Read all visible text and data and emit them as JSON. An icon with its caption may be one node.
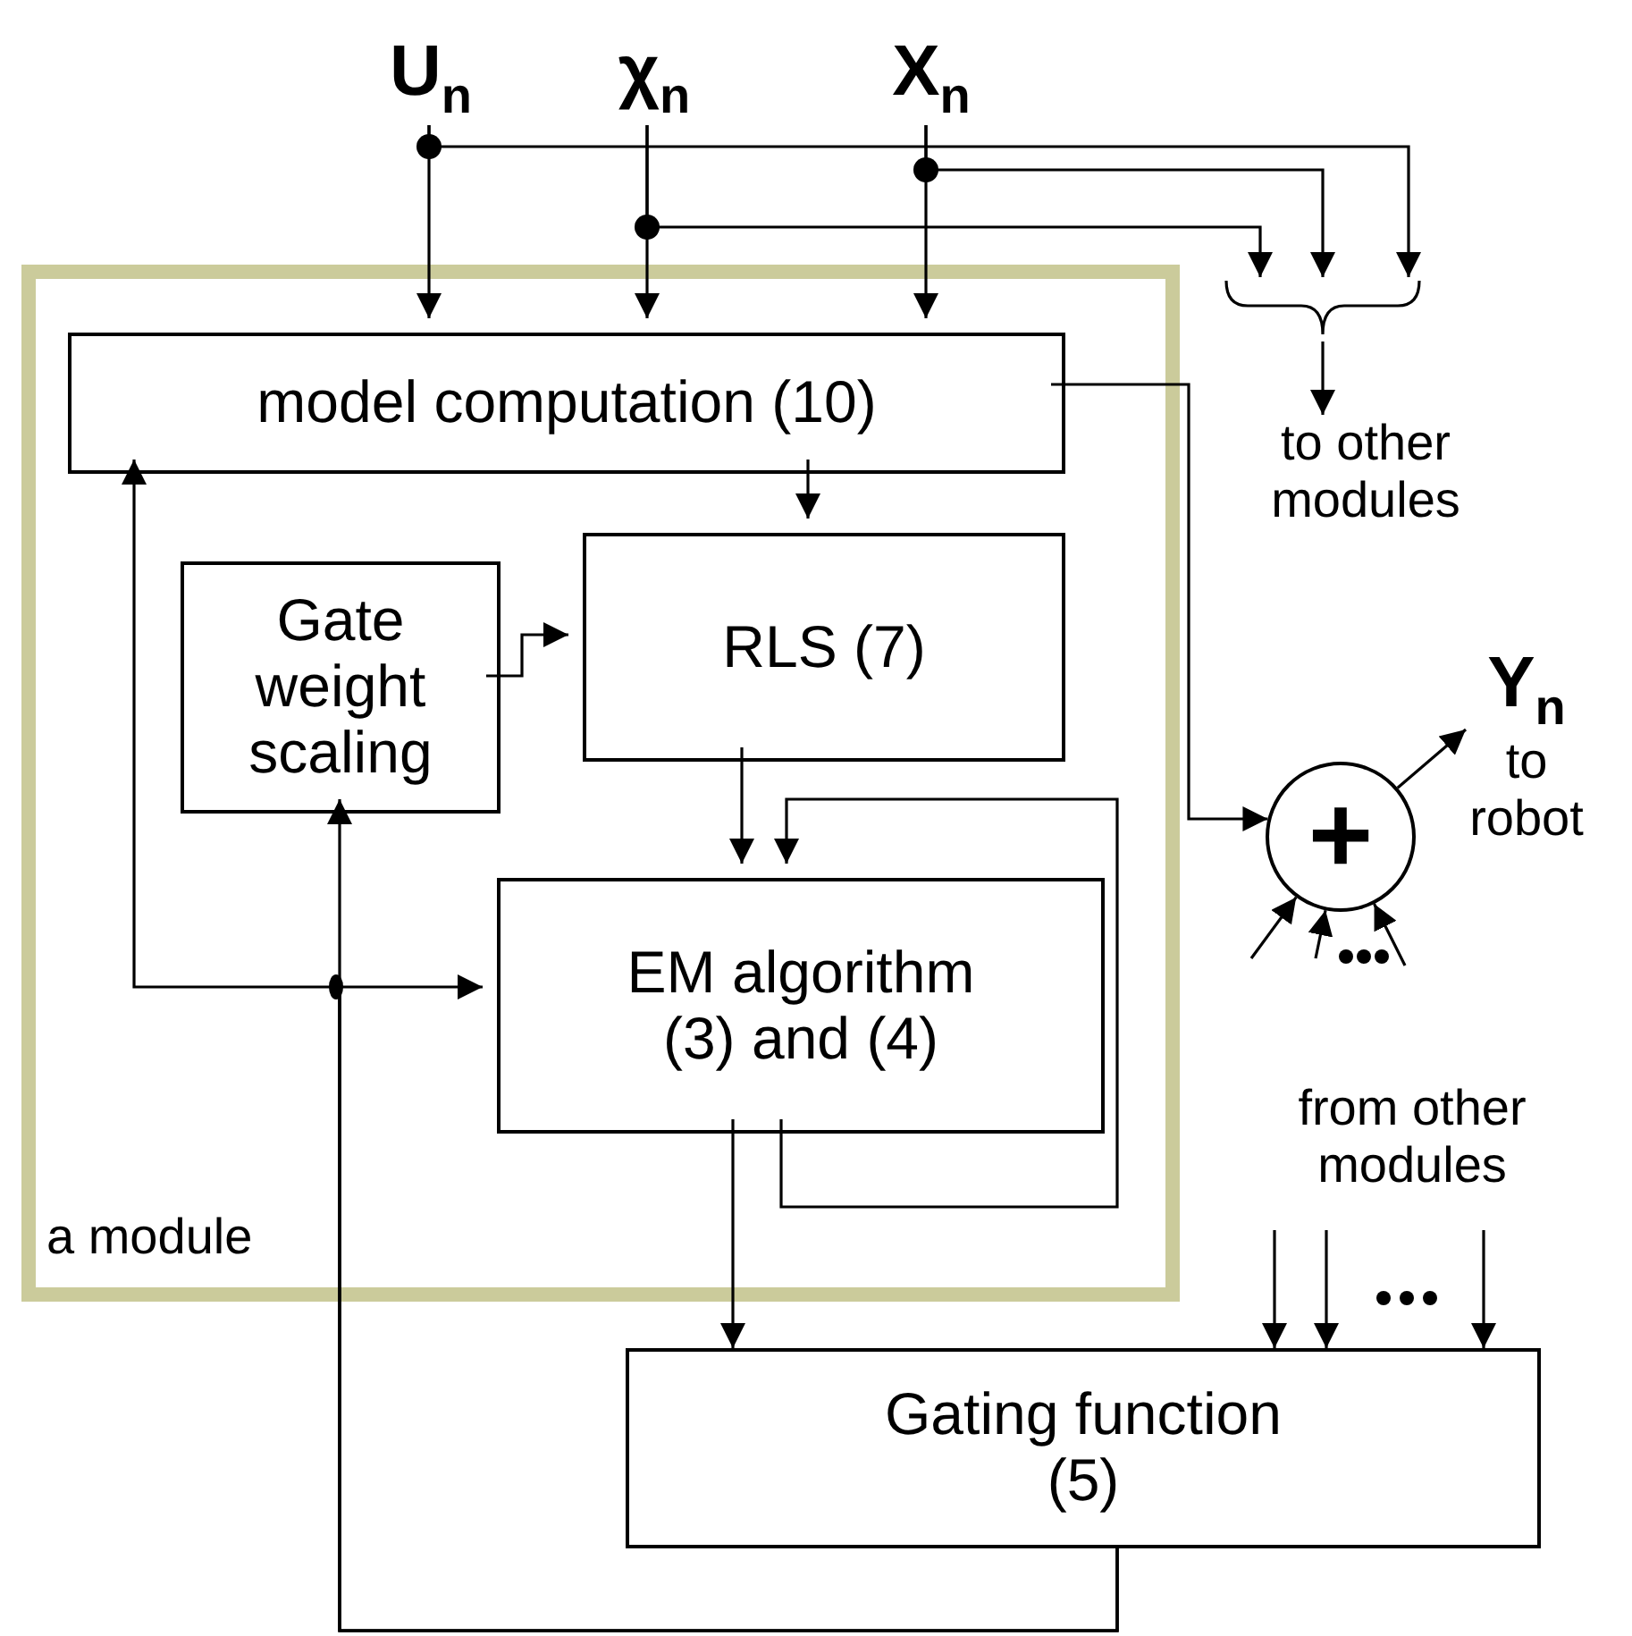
{
  "diagram": {
    "nodes": [
      {
        "text": [
          "a module"
        ]
      },
      {
        "text": [
          "model computation (10)"
        ],
        "in": 0
      },
      {
        "text": [
          "Gate weight scaling"
        ],
        "in": 0
      },
      {
        "text": [
          "RLS (7)"
        ],
        "in": 0
      },
      {
        "text": [
          "EM algorithm (3) and (4)"
        ],
        "in": 0
      },
      {
        "text": [
          "Gating function (5)"
        ]
      },
      {
        "text": [
          "U$_{n}$"
        ]
      },
      {
        "text": [
          "χ$_{n}$"
        ]
      },
      {
        "text": [
          "X$_{n}$"
        ]
      },
      {
        "text": [
          "+"
        ]
      },
      {
        "text": [
          "Y$_{n}$",
          "to robot"
        ]
      },
      {
        "text": [
          "to other modules"
        ]
      },
      {
        "text": [
          "from other modules"
        ]
      },
      {
        "text": [],
        "shape": "brace"
      }
    ],
    "edges": [
      {
        "from": 6,
        "to": 1,
        "arrow": "to"
      },
      {
        "from": 7,
        "to": 1,
        "arrow": "to"
      },
      {
        "from": 8,
        "to": 1,
        "arrow": "to"
      },
      {
        "from": 6,
        "to": 13,
        "arrow": "to"
      },
      {
        "from": 8,
        "to": 13,
        "arrow": "to"
      },
      {
        "from": 7,
        "to": 13,
        "arrow": "to"
      },
      {
        "from": 13,
        "to": 11,
        "arrow": "to"
      },
      {
        "from": 1,
        "to": 3,
        "arrow": "to"
      },
      {
        "from": 2,
        "to": 3,
        "arrow": "to"
      },
      {
        "from": 3,
        "to": 4,
        "arrow": "to"
      },
      {
        "from": 4,
        "to": 4,
        "arrow": "to"
      },
      {
        "from": 4,
        "to": 5,
        "arrow": "to"
      },
      {
        "from": 5,
        "to": 2,
        "arrow": "to"
      },
      {
        "from": 5,
        "to": 4,
        "arrow": "to"
      },
      {
        "from": 5,
        "to": 1,
        "arrow": "to"
      },
      {
        "from": 1,
        "to": 9,
        "arrow": "to"
      },
      {
        "from": 9,
        "to": 10,
        "arrow": "to"
      },
      {
        "from": null,
        "to": 9,
        "arrow": "to"
      },
      {
        "from": null,
        "to": 9,
        "arrow": "to"
      },
      {
        "from": null,
        "to": 9,
        "arrow": "to"
      },
      {
        "from": 12,
        "to": 5,
        "arrow": "to"
      },
      {
        "from": 12,
        "to": 5,
        "arrow": "to"
      },
      {
        "from": 12,
        "to": 5,
        "arrow": "to"
      }
    ]
  }
}
